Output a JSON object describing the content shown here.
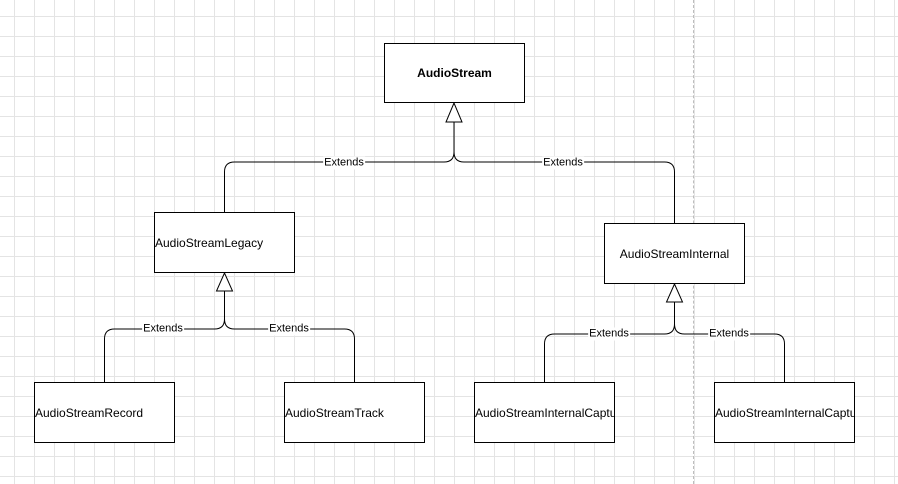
{
  "nodes": {
    "audio_stream": "AudioStream",
    "audio_stream_legacy": "AudioStreamLegacy",
    "audio_stream_internal": "AudioStreamInternal",
    "audio_stream_record": "AudioStreamRecord",
    "audio_stream_track": "AudioStreamTrack",
    "audio_stream_internal_capture": "AudioStreamInternalCaptu",
    "audio_stream_internal_capture_2": "AudioStreamInternalCaptu"
  },
  "edges": {
    "legacy_extends": "Extends",
    "internal_extends": "Extends",
    "record_extends": "Extends",
    "track_extends": "Extends",
    "internal_capture_extends": "Extends",
    "internal_capture_2_extends": "Extends"
  },
  "colors": {
    "background": "#ffffff",
    "grid": "#e4e4e4",
    "stroke": "#000000",
    "page_break": "#bdbdbd"
  }
}
